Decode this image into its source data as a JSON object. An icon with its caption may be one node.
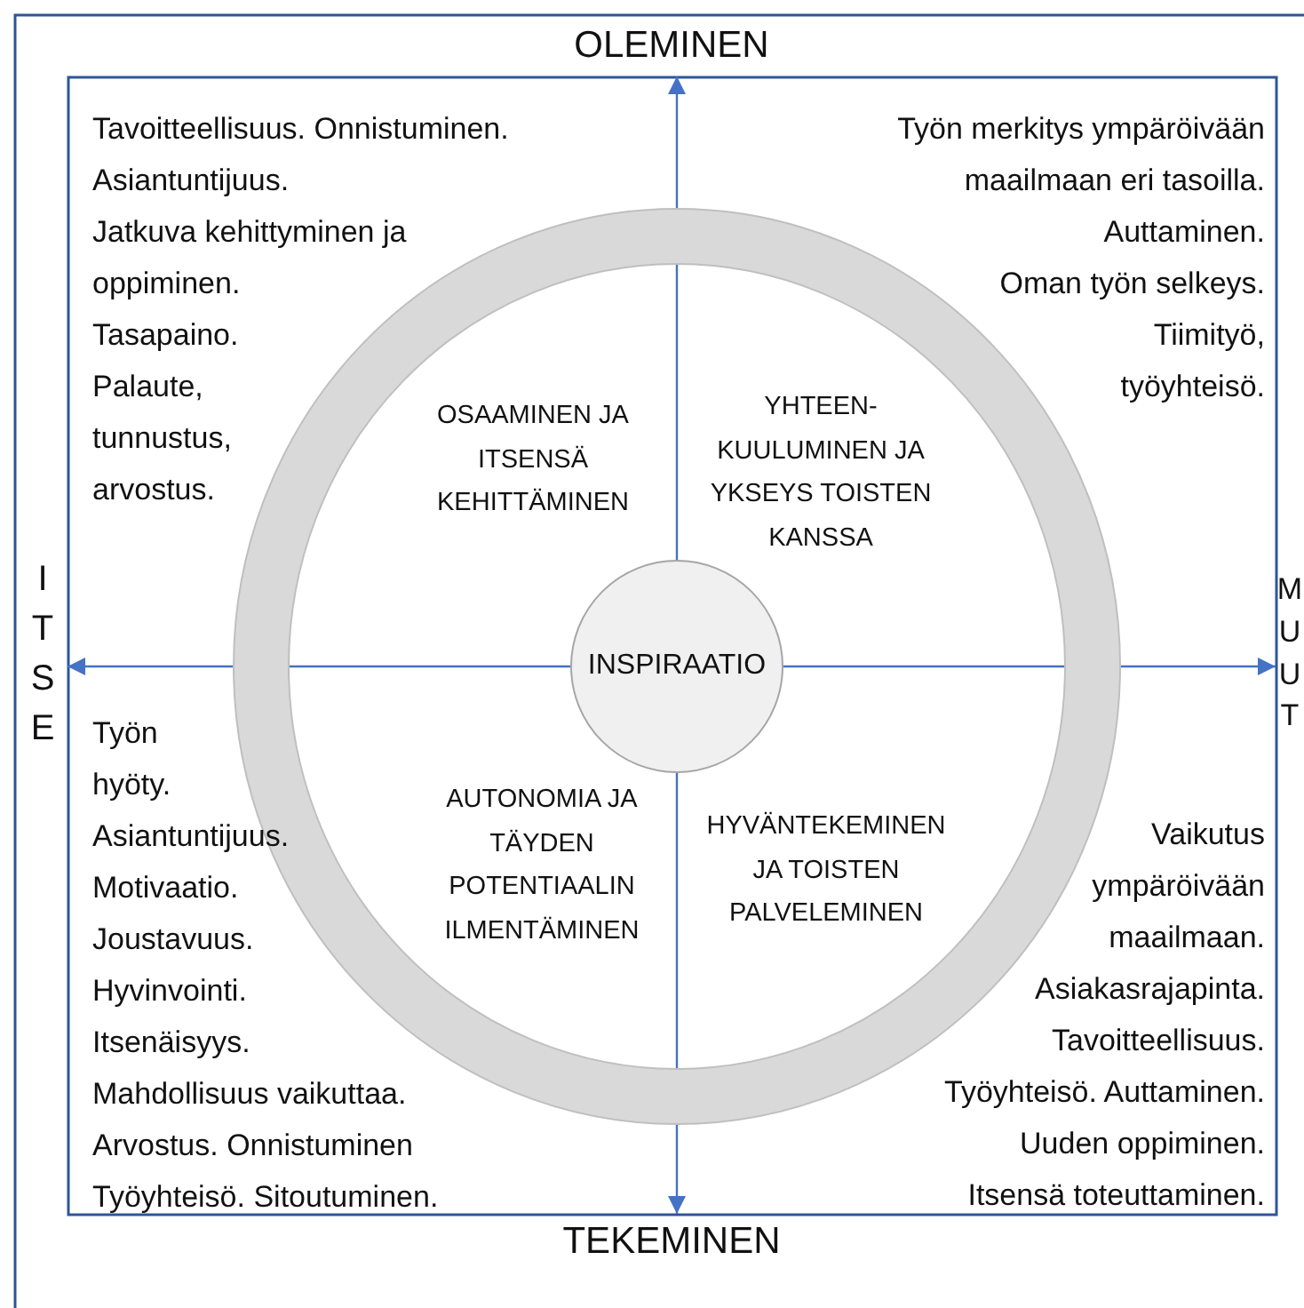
{
  "diagram": {
    "nodes": [
      {
        "text": [
          "INSPIRAATIO"
        ]
      },
      {
        "text": [
          "OLEMINEN"
        ]
      },
      {
        "text": [
          "TEKEMINEN"
        ]
      },
      {
        "text": [
          "ITSE"
        ]
      },
      {
        "text": [
          "MUUT"
        ]
      }
    ],
    "edges": [
      {
        "from": 0,
        "to": 1,
        "arrow": "to"
      },
      {
        "from": 0,
        "to": 2,
        "arrow": "to"
      },
      {
        "from": 0,
        "to": 3,
        "arrow": "to"
      },
      {
        "from": 0,
        "to": 4,
        "arrow": "to"
      }
    ],
    "labels": [
      "Tavoitteellisuus. Onnistuminen.",
      "Asiantuntijuus.",
      "Jatkuva kehittyminen ja oppiminen.",
      "Tasapaino.",
      "Palaute, tunnustus, arvostus.",
      "Työn merkitys ympäröivään maailmaan eri tasoilla.",
      "Auttaminen.",
      "Oman työn selkeys.",
      "Tiimityö, työyhteisö.",
      "OSAAMINEN JA ITSENSÄ KEHITTÄMINEN",
      "YHTEEN-KUULUMINEN JA YKSEYS TOISTEN KANSSA",
      "AUTONOMIA JA TÄYDEN POTENTIAALIN ILMENTÄMINEN",
      "HYVÄNTEKEMINEN JA TOISTEN PALVELEMINEN",
      "Työn hyöty.",
      "Asiantuntijuus.",
      "Motivaatio.",
      "Joustavuus.",
      "Hyvinvointi.",
      "Itsenäisyys.",
      "Mahdollisuus vaikuttaa.",
      "Arvostus. Onnistuminen",
      "Työyhteisö. Sitoutuminen.",
      "Vaikutus ympäröivään maailmaan.",
      "Asiakasrajapinta.",
      "Tavoitteellisuus.",
      "Työyhteisö. Auttaminen.",
      "Uuden oppiminen.",
      "Itsensä toteuttaminen."
    ]
  }
}
